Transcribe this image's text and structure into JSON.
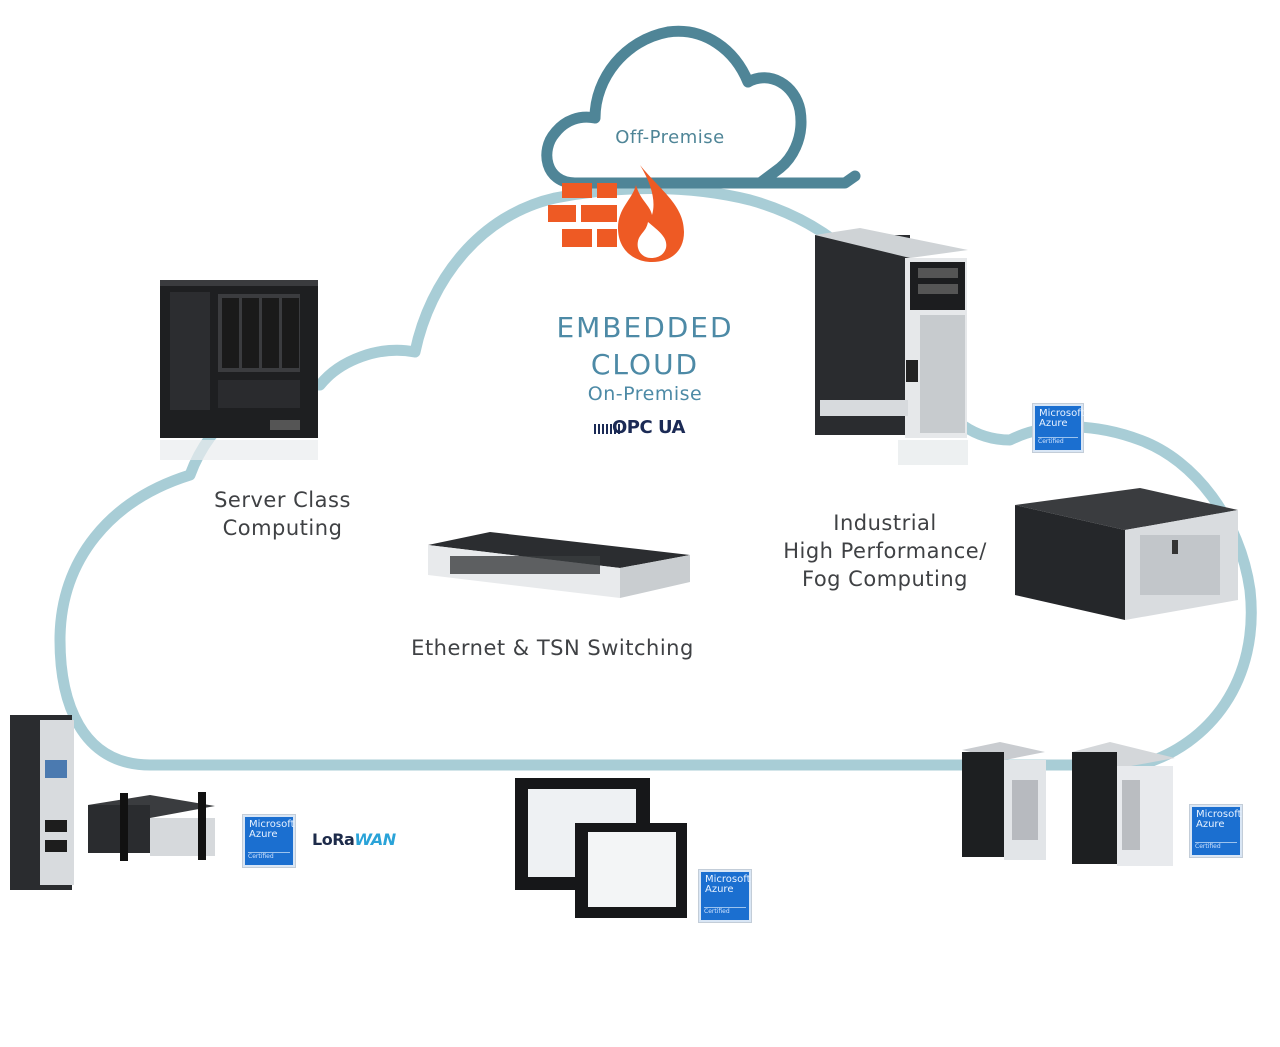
{
  "off_premise_label": "Off-Premise",
  "embedded_cloud": {
    "line1": "EMBEDDED",
    "line2": "CLOUD",
    "subtitle": "On-Premise",
    "opc_logo": "OPC UA"
  },
  "labels": {
    "server_class_1": "Server Class",
    "server_class_2": "Computing",
    "ethernet": "Ethernet & TSN Switching",
    "industrial_1": "Industrial",
    "industrial_2": "High Performance/",
    "industrial_3": "Fog Computing"
  },
  "badges": {
    "azure_line1": "Microsoft",
    "azure_line2": "Azure",
    "azure_certified": "Certified",
    "lorawan_1": "LoRa",
    "lorawan_2": "WAN"
  },
  "colors": {
    "cloud_outline": "#a8cdd6",
    "cloud_small": "#4f8597",
    "firewall": "#ee5a24",
    "azure": "#1b6fd0",
    "title": "#4d8aa6"
  },
  "icons": [
    "cloud-icon",
    "firewall-icon",
    "flame-icon",
    "opc-ua-logo",
    "lorawan-logo"
  ]
}
